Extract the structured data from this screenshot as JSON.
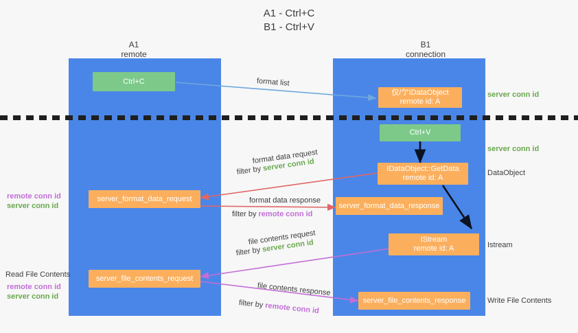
{
  "title": {
    "line1": "A1 - Ctrl+C",
    "line2": "B1 - Ctrl+V"
  },
  "columns": [
    {
      "name": "A1",
      "sub": "remote"
    },
    {
      "name": "B1",
      "sub": "connection"
    }
  ],
  "nodes": {
    "ctrl_c": {
      "l1": "Ctrl+C",
      "l2": ""
    },
    "set_clipboard": {
      "l1": "仅/亇IDataObject",
      "l2": "remote id: A"
    },
    "ctrl_v": {
      "l1": "Ctrl+V",
      "l2": ""
    },
    "getdata": {
      "l1": "IDataObject::GetData",
      "l2": "remote id: A"
    },
    "istream": {
      "l1": "IStream",
      "l2": "remote id: A"
    },
    "fmt_req": {
      "l1": "server_format_data_request",
      "l2": ""
    },
    "fmt_resp": {
      "l1": "server_format_data_response",
      "l2": ""
    },
    "file_req": {
      "l1": "server_file_contents_request",
      "l2": ""
    },
    "file_resp": {
      "l1": "server_file_contents_response",
      "l2": ""
    }
  },
  "right_labels": {
    "server_conn_top": "server conn id",
    "server_conn_mid": "server conn id",
    "dataobject": "DataObject",
    "istream": "Istream",
    "write_file_contents": "Write File Contents"
  },
  "left_labels": {
    "remote_conn_1": "remote conn id",
    "server_conn_1": "server conn id",
    "read_file_contents": "Read File Contents",
    "remote_conn_2": "remote conn id",
    "server_conn_2": "server conn id"
  },
  "edges": {
    "format_list": "format list",
    "fmt_req_title": "format data request",
    "fmt_req_filter_pre": "filter by",
    "fmt_req_filter_val": "server conn id",
    "fmt_resp_title": "format data response",
    "fmt_resp_filter_pre": "filter by",
    "fmt_resp_filter_val": "remote conn id",
    "file_req_title": "file contents request",
    "file_req_filter_pre": "filter by",
    "file_req_filter_val": "server conn id",
    "file_resp_title": "file contents response",
    "file_resp_filter_pre": "filter by",
    "file_resp_filter_val": "remote conn id"
  },
  "colors": {
    "lane": "#4a86e8",
    "node_orange": "#fbaf5d",
    "node_green": "#7dc98a",
    "green_text": "#6aa84f",
    "purple_text": "#c26ed6",
    "arrow_blue": "#6fa8dc",
    "arrow_red": "#e06666",
    "arrow_magenta": "#c26ed6",
    "arrow_dark": "#0b1220",
    "background": "#f7f7f7"
  }
}
